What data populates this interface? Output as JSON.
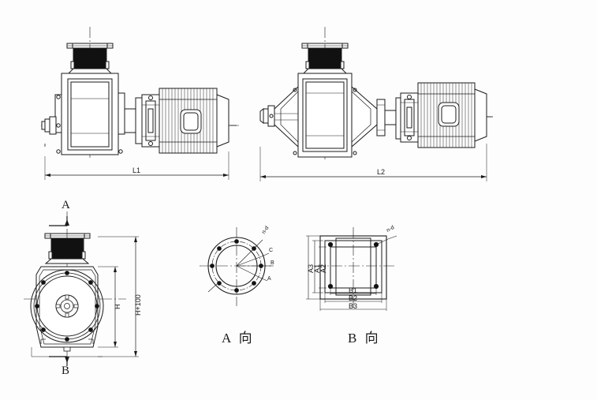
{
  "drawing": {
    "title": "Rotary Valve Feeder with Geared Motor - Outline Dimension Drawing",
    "background_color": "#fdfdfd",
    "line_color": "#1a1a1a",
    "fill_dark_color": "#111111",
    "views": [
      {
        "id": "view-top-left",
        "name": "side-elevation-left-hand-drive",
        "dimension_labels": [
          "L1"
        ]
      },
      {
        "id": "view-top-right",
        "name": "side-elevation-with-support-bracket",
        "dimension_labels": [
          "L2"
        ]
      },
      {
        "id": "view-bottom-left",
        "name": "front-elevation",
        "dimension_labels": [
          "H",
          "H+100"
        ],
        "section_markers": [
          "A",
          "B"
        ]
      },
      {
        "id": "view-a-arrow",
        "name": "round-flange-detail",
        "caption": "A 向",
        "dimension_labels": [
          "n-d",
          "C",
          "B",
          "A"
        ]
      },
      {
        "id": "view-b-arrow",
        "name": "square-flange-detail",
        "caption": "B 向",
        "dimension_labels": [
          "A3",
          "A1",
          "A2",
          "B1",
          "B2",
          "B3",
          "n-d"
        ]
      }
    ],
    "labels": {
      "L1": "L1",
      "L2": "L2",
      "H": "H",
      "H_plus_100": "H+100",
      "section_a": "A",
      "section_b": "B",
      "caption_a": "A 向",
      "caption_b": "B 向",
      "A1": "A1",
      "A2": "A2",
      "A3": "A3",
      "B1": "B1",
      "B2": "B2",
      "B3": "B3",
      "holes_a": "n-d",
      "holes_b": "n-d",
      "flange_c": "C",
      "flange_b": "B",
      "flange_a": "A"
    }
  }
}
